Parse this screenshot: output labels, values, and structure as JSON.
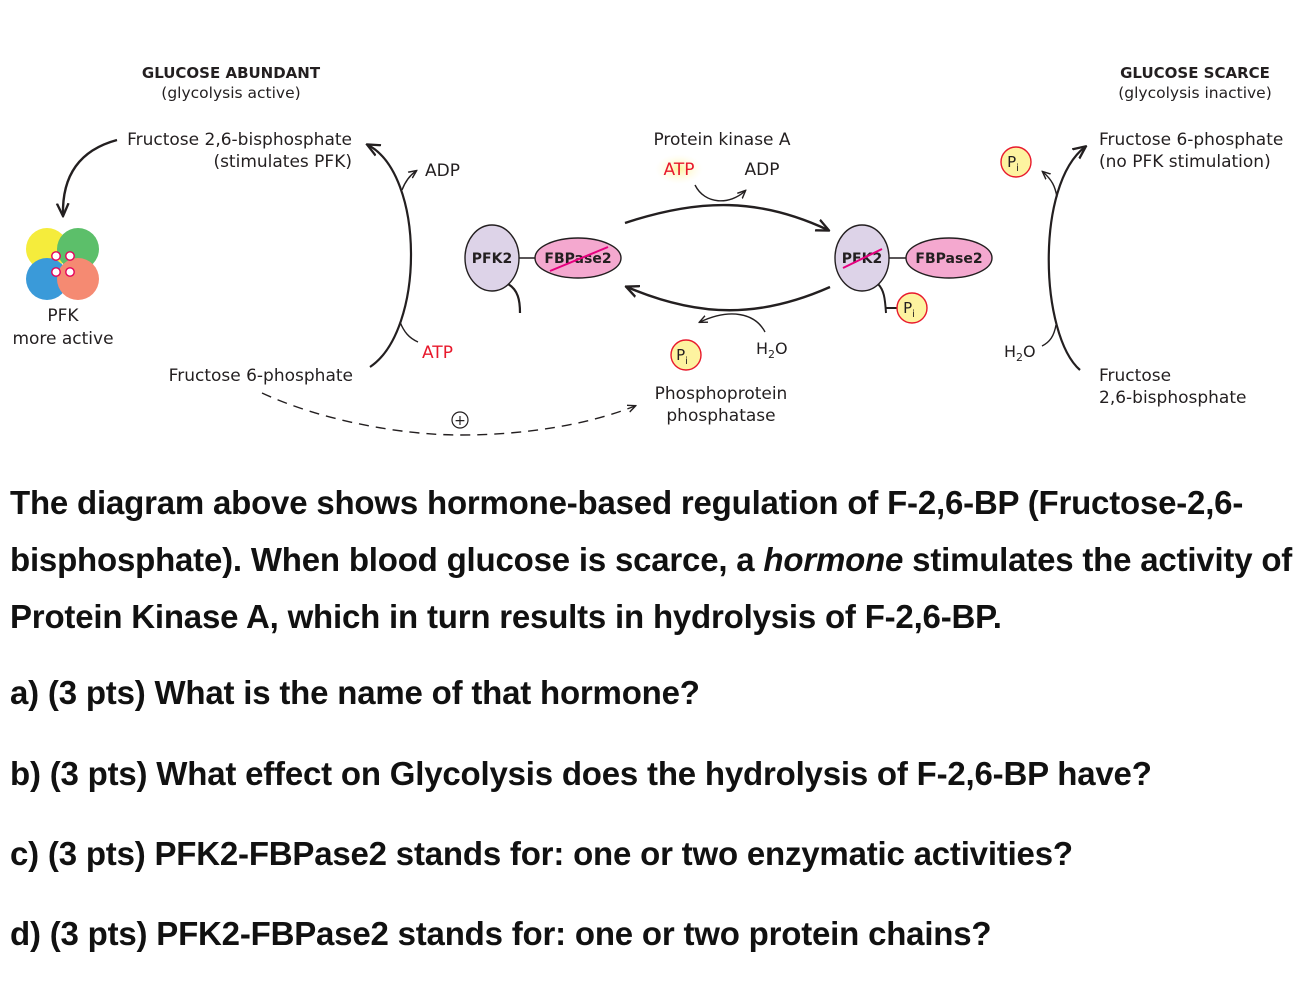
{
  "diagram": {
    "left_header": "GLUCOSE ABUNDANT",
    "left_subheader": "(glycolysis active)",
    "right_header": "GLUCOSE SCARCE",
    "right_subheader": "(glycolysis inactive)",
    "f26bp_left_line1": "Fructose 2,6-bisphosphate",
    "f26bp_left_line2": "(stimulates PFK)",
    "pfk_label": "PFK",
    "pfk_sublabel": "more active",
    "adp_left": "ADP",
    "atp_left": "ATP",
    "f6p_left": "Fructose 6-phosphate",
    "pka_label": "Protein kinase A",
    "pka_atp": "ATP",
    "pka_adp": "ADP",
    "pfk2_left": "PFK2",
    "fbpase2_left": "FBPase2",
    "pfk2_right": "PFK2",
    "fbpase2_right": "FBPase2",
    "pi_center": "P",
    "pi_sub": "i",
    "h2o_center_h": "H",
    "h2o_center_sub": "2",
    "h2o_center_o": "O",
    "ppase_line1": "Phosphoprotein",
    "ppase_line2": "phosphatase",
    "plus_sign": "+",
    "pi_right_enzyme": "P",
    "pi_right_top": "P",
    "f6p_right_line1": "Fructose 6-phosphate",
    "f6p_right_line2": "(no PFK stimulation)",
    "h2o_right_h": "H",
    "h2o_right_sub": "2",
    "h2o_right_o": "O",
    "f26bp_right_line1": "Fructose",
    "f26bp_right_line2": "2,6-bisphosphate",
    "colors": {
      "pfk2_fill": "#ddd3e8",
      "fbpase2_fill": "#f4a8cf",
      "strike": "#e6007e",
      "pi_fill": "#fdf3a0",
      "atp_halo": "#fdf5b0",
      "atp_text": "#e8192c",
      "pfk_yellow": "#f5ec3c",
      "pfk_green": "#5cbf6a",
      "pfk_blue": "#3a9ad9",
      "pfk_salmon": "#f58a72"
    }
  },
  "question": {
    "intro_part1": "The diagram above shows hormone-based regulation of F-2,6-BP (Fructose-2,6-bisphosphate). When blood glucose is scarce, a ",
    "intro_italic": "hormone",
    "intro_part2": " stimulates the activity of Protein Kinase A, which in turn results in hydrolysis of F-2,6-BP.",
    "a": "a) (3 pts) What is the name of that hormone?",
    "b": "b) (3 pts) What effect on Glycolysis does the hydrolysis of F-2,6-BP have?",
    "c": "c) (3 pts) PFK2-FBPase2 stands for:  one or two enzymatic activities?",
    "d": "d) (3 pts) PFK2-FBPase2 stands for: one or two protein chains?"
  }
}
